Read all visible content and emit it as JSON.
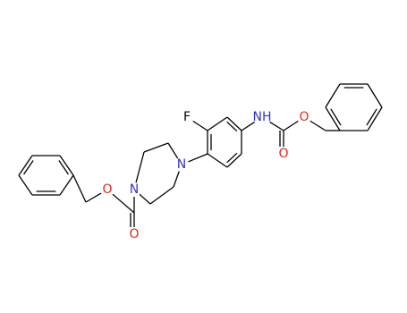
{
  "colors": {
    "bond": "#000000",
    "carbon": "#000000",
    "nitrogen": "#3333cc",
    "oxygen": "#e6261e",
    "fluorine": "#000000"
  },
  "atoms": [
    {
      "id": "F",
      "label": "F",
      "element": "fluorine"
    },
    {
      "id": "NH",
      "label": "NH",
      "element": "nitrogen"
    },
    {
      "id": "O_carbamate_ester",
      "label": "O",
      "element": "oxygen"
    },
    {
      "id": "O_carbamate_carbonyl",
      "label": "O",
      "element": "oxygen"
    },
    {
      "id": "N_piperazine_aryl",
      "label": "N",
      "element": "nitrogen"
    },
    {
      "id": "N_piperazine_cbz",
      "label": "N",
      "element": "nitrogen"
    },
    {
      "id": "O_cbz_ester",
      "label": "O",
      "element": "oxygen"
    },
    {
      "id": "O_cbz_carbonyl",
      "label": "O",
      "element": "oxygen"
    }
  ]
}
